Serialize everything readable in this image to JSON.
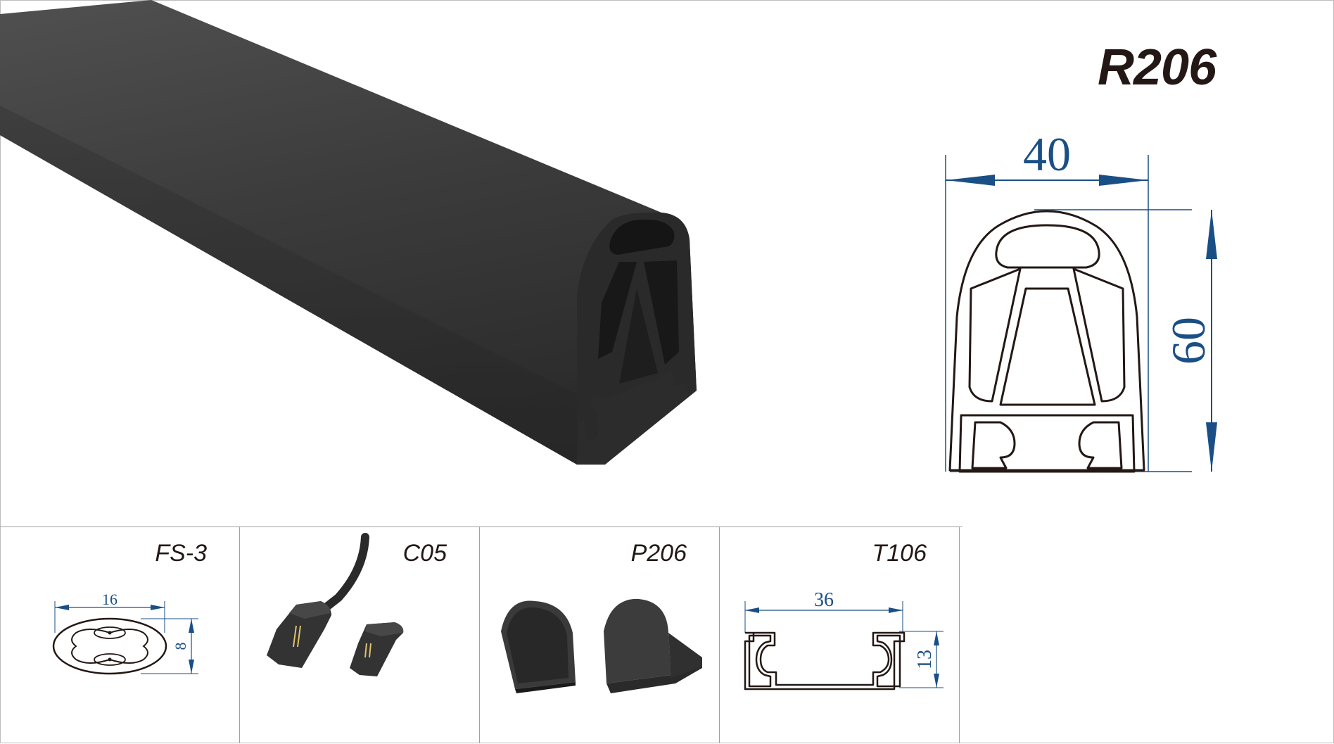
{
  "product": {
    "model": "R206",
    "width_label": "40",
    "height_label": "60"
  },
  "accessories": [
    {
      "code": "FS-3",
      "dims": [
        "16",
        "8"
      ]
    },
    {
      "code": "C05",
      "dims": []
    },
    {
      "code": "P206",
      "dims": []
    },
    {
      "code": "T106",
      "dims": [
        "36",
        "13"
      ]
    }
  ],
  "colors": {
    "product_black": "#3a3a3a",
    "dimension_blue": "#1a4f86",
    "outline": "#231815",
    "border_gray": "#a0a0a0"
  }
}
